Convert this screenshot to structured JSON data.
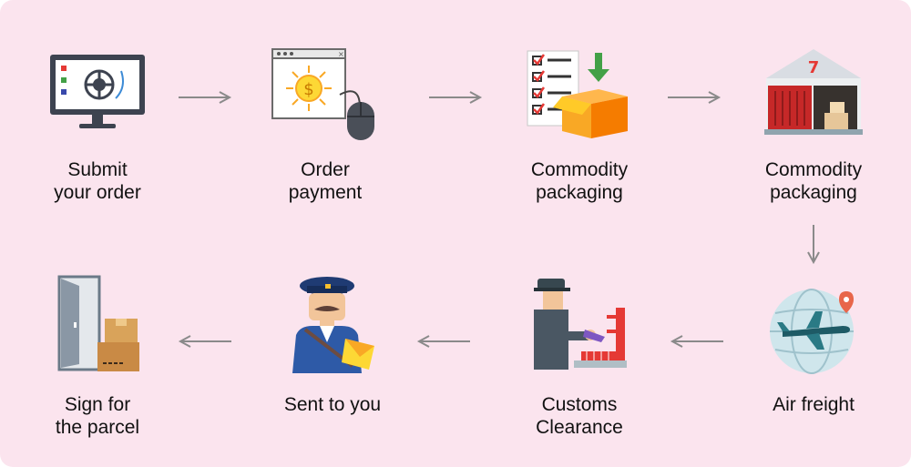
{
  "steps": [
    {
      "line1": "Submit",
      "line2": "your order",
      "icon": "computer-monitor-icon"
    },
    {
      "line1": "Order",
      "line2": "payment",
      "icon": "payment-browser-icon"
    },
    {
      "line1": "Commodity",
      "line2": "packaging",
      "icon": "checklist-box-icon"
    },
    {
      "line1": "Commodity",
      "line2": "packaging",
      "icon": "warehouse-icon"
    },
    {
      "line1": "Air freight",
      "line2": "",
      "icon": "airplane-globe-icon"
    },
    {
      "line1": "Customs",
      "line2": "Clearance",
      "icon": "customs-officer-icon"
    },
    {
      "line1": "Sent to you",
      "line2": "",
      "icon": "postman-icon"
    },
    {
      "line1": "Sign for",
      "line2": "the parcel",
      "icon": "door-parcel-icon"
    }
  ],
  "warehouse_number": "7",
  "currency_symbol": "$",
  "colors": {
    "background": "#fbe4ee",
    "arrow": "#8a8a8a",
    "text": "#111111"
  }
}
